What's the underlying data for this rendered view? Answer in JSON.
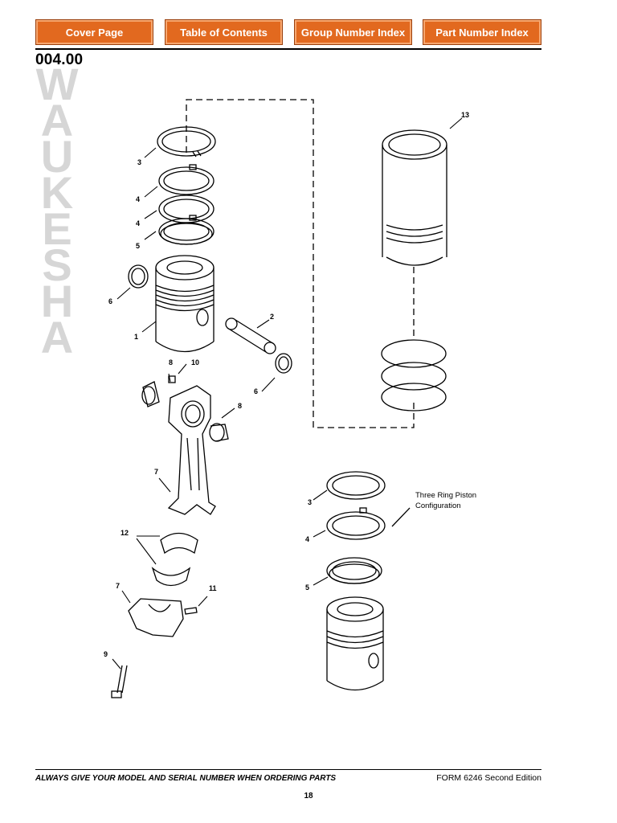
{
  "nav": {
    "cover": "Cover Page",
    "toc": "Table of Contents",
    "group_index": "Group Number Index",
    "part_index": "Part Number Index"
  },
  "section_number": "004.00",
  "brand_watermark": "WAUKESHA",
  "callouts": {
    "c1": "1",
    "c2": "2",
    "c3a": "3",
    "c4a": "4",
    "c4b": "4",
    "c5a": "5",
    "c6a": "6",
    "c6b": "6",
    "c7a": "7",
    "c7b": "7",
    "c8a": "8",
    "c8b": "8",
    "c9": "9",
    "c10": "10",
    "c11": "11",
    "c12": "12",
    "c13": "13",
    "c3b": "3",
    "c4c": "4",
    "c5b": "5"
  },
  "caption": {
    "line1": "Three Ring Piston",
    "line2": "Configuration"
  },
  "footer": {
    "notice": "ALWAYS GIVE YOUR MODEL AND SERIAL NUMBER WHEN ORDERING PARTS",
    "form": "FORM 6246 Second Edition",
    "page": "18"
  },
  "colors": {
    "nav_button": "#e2691f",
    "nav_border": "#9a3f0c",
    "watermark": "#d6d6d6"
  }
}
